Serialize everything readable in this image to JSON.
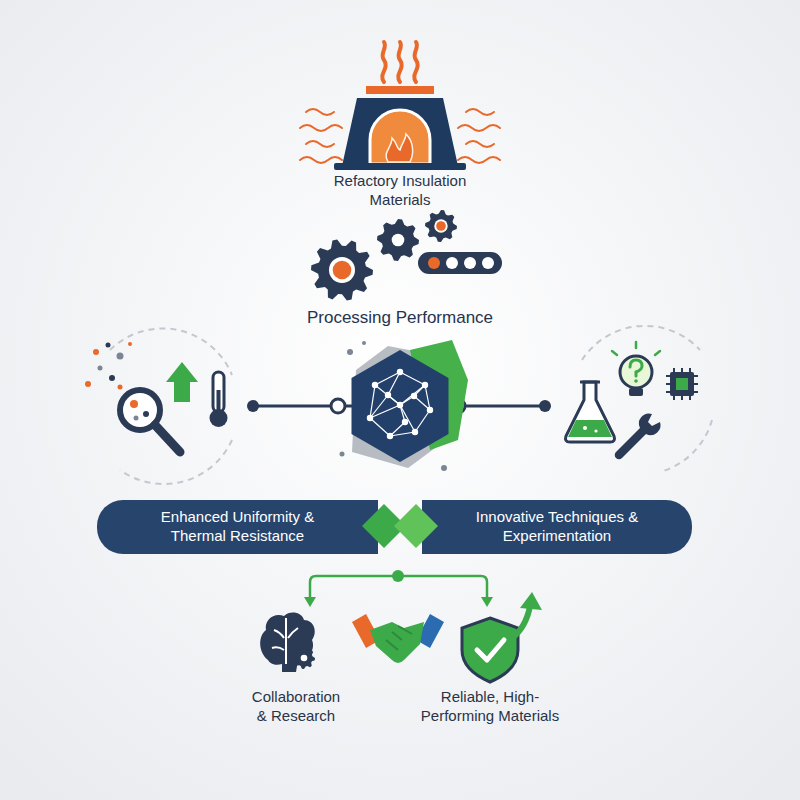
{
  "diagram": {
    "nodes": [
      {
        "text": [
          "Refactory Insulation Materials"
        ]
      },
      {
        "text": [
          "Processing Performance"
        ]
      },
      {
        "text": [
          "Enhanced Uniformity & Thermal Resistance"
        ]
      },
      {
        "text": [
          "Innovative Techniques & Experimentation"
        ]
      },
      {
        "text": [
          "Collaboration & Research"
        ]
      },
      {
        "text": [
          "Reliable, High-Performing Materials"
        ]
      }
    ]
  }
}
